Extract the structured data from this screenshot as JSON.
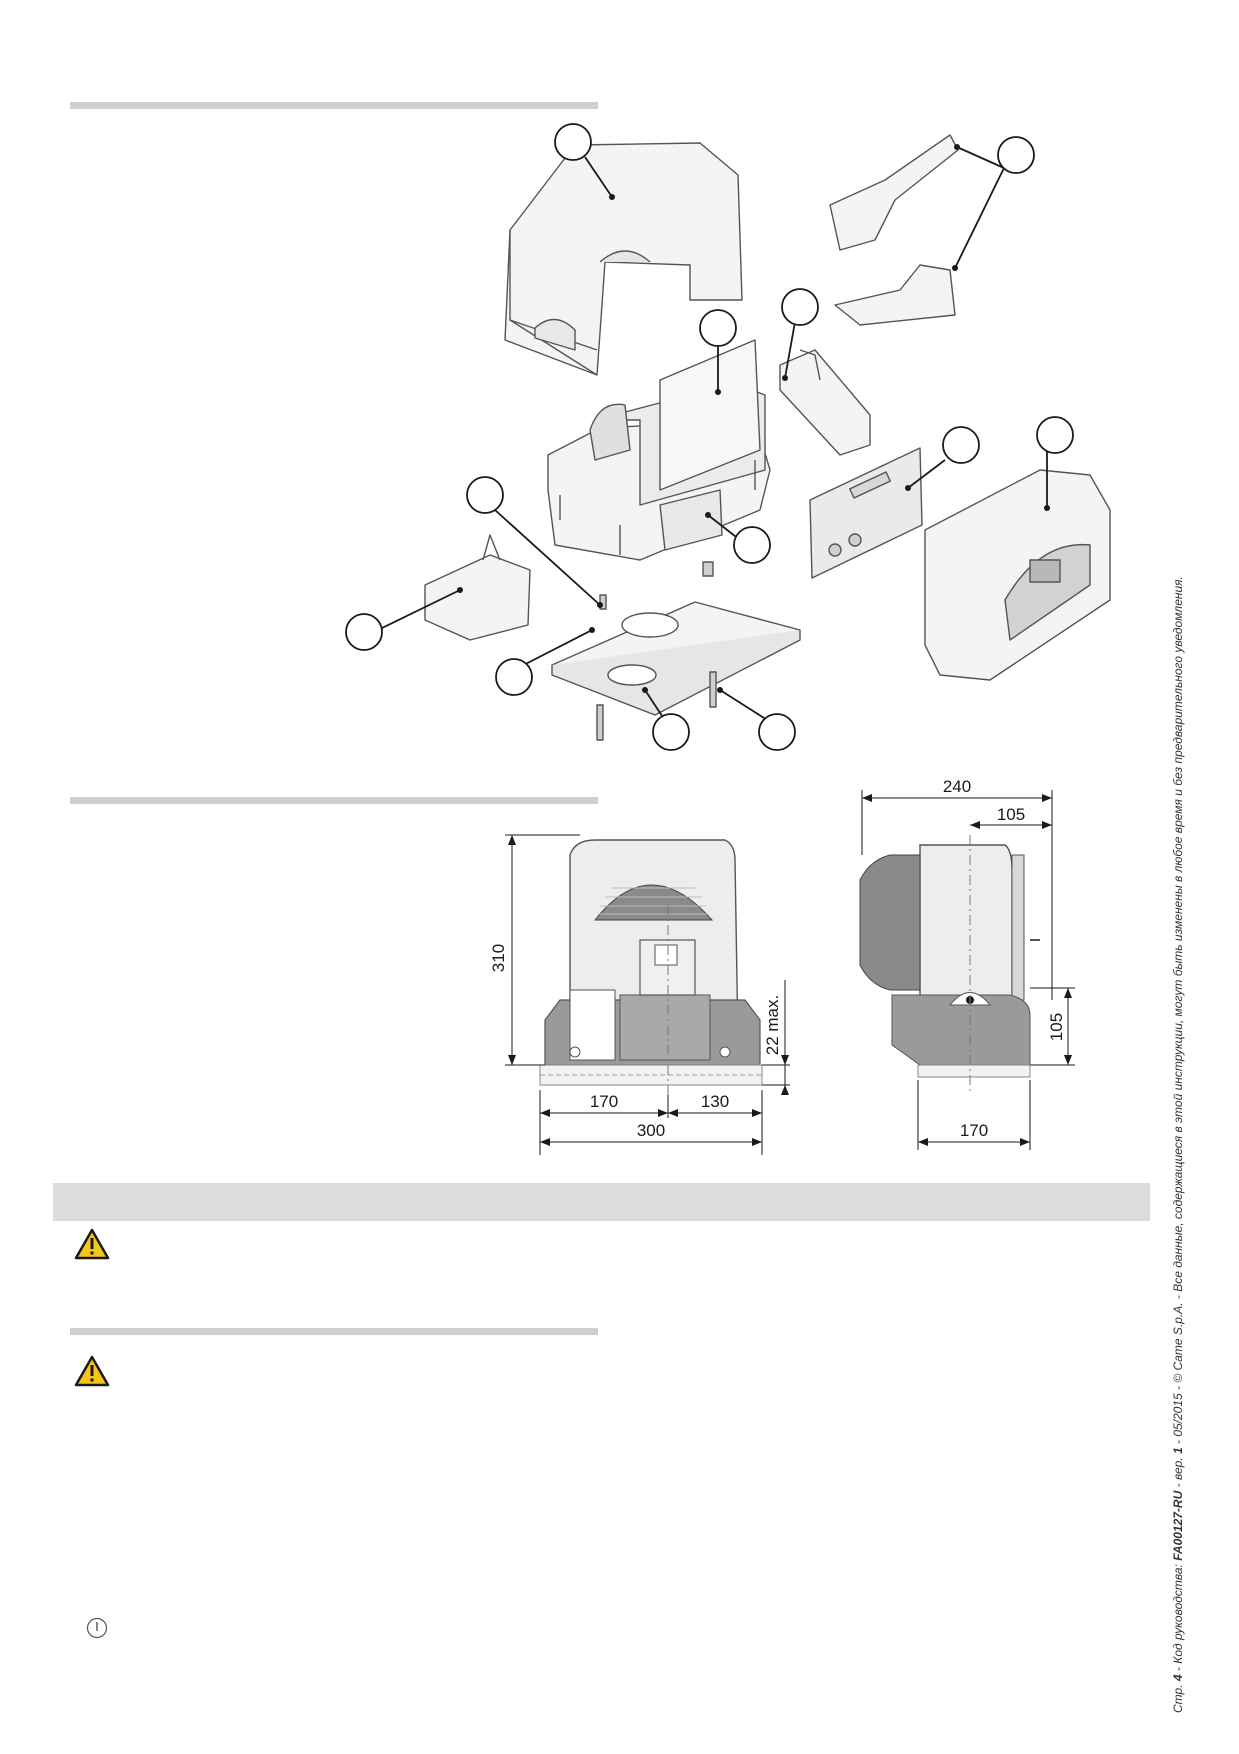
{
  "dimensions": {
    "front_height": "310",
    "front_slab": "22 max.",
    "front_left": "170",
    "front_right": "130",
    "front_total": "300",
    "side_total": "240",
    "side_offset": "105",
    "side_base_height": "105",
    "side_depth": "170"
  },
  "footer": {
    "page_label": "Стр.",
    "page_number": "4",
    "code_label": "- Код руководства:",
    "code": "FA00127-RU",
    "version_label": "- вер.",
    "version": "1",
    "rest": "- 05/2015 - © Came S.p.A. - Все данные, содержащиеся в этой инструкции, могут быть изменены в любое время и без предварительного уведомления."
  },
  "icons": {
    "warning_1": "warning-triangle-icon",
    "warning_2": "warning-triangle-icon",
    "info": "info-icon"
  },
  "colors": {
    "rule": "#cfcfcf",
    "band": "#dcdcdc",
    "warning_fill": "#f5c518"
  }
}
